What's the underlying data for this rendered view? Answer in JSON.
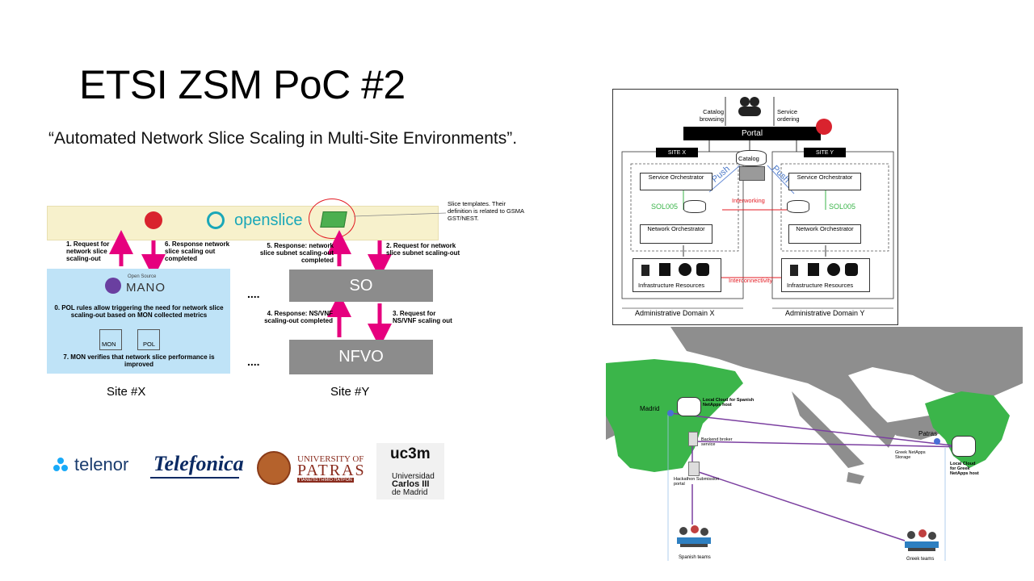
{
  "slide": {
    "title": "ETSI ZSM PoC #2",
    "subtitle": "“Automated Network Slice Scaling in Multi-Site Environments”."
  },
  "left_diagram": {
    "openslice_label": "openslice",
    "slice_templates_note": "Slice templates. Their definition is related to GSMA GST/NEST.",
    "step1": "1. Request for network slice scaling-out",
    "step6": "6. Response network slice scaling out completed",
    "step5": "5. Response: network slice subnet scaling-out completed",
    "step2": "2. Request for network slice subnet scaling-out",
    "step4": "4. Response: NS/VNF scaling-out completed",
    "step3": "3. Request for NS/VNF scaling out",
    "mano_open_source": "Open Source",
    "mano_label": "MANO",
    "step0": "0. POL rules allow triggering the need for network slice scaling-out based on MON collected metrics",
    "mon_label": "MON",
    "pol_label": "POL",
    "step7": "7. MON verifies that network slice performance is improved",
    "dots1": "....",
    "dots2": "....",
    "so_label": "SO",
    "nfvo_label": "NFVO",
    "site_x": "Site #X",
    "site_y": "Site #Y"
  },
  "logos": {
    "telenor": "telenor",
    "telefonica": "Telefonica",
    "patras_line1": "UNIVERSITY OF",
    "patras_line2": "PATRAS",
    "patras_line3": "ΠΑΝΕΠΙΣΤΗΜΙΟ ΠΑΤΡΩΝ",
    "uc3m_short": "uc3m",
    "uc3m_line1": "Universidad",
    "uc3m_line2": "Carlos III",
    "uc3m_line3": "de Madrid"
  },
  "right_diagram": {
    "catalog_browsing": "Catalog browsing",
    "service_ordering": "Service ordering",
    "portal": "Portal",
    "site_x": "SITE X",
    "site_y": "SITE Y",
    "catalog": "Catalog",
    "push_left": "Push",
    "push_right": "Push",
    "service_orchestrator": "Service Orchestrator",
    "sol005": "SOL005",
    "interworking": "Interworking",
    "network_orchestrator": "Network Orchestrator",
    "infrastructure_resources": "Infrastructure Resources",
    "interconnectivity": "Interconnectivity",
    "admin_domain_x": "Administrative Domain X",
    "admin_domain_y": "Administrative Domain Y"
  },
  "map": {
    "madrid": "Madrid",
    "patras": "Patras",
    "local_cloud_spain": "Local Cloud for Spanish NetApps host",
    "backend_broker": "Backend broker service",
    "hackathon_portal": "Hackathon Submission portal",
    "greek_storage": "Greek NetApps Storage",
    "local_cloud_greek": "Local Cloud for Greek NetApps host",
    "spanish_teams": "Spanish teams",
    "greek_teams": "Greek teams"
  },
  "colors": {
    "pink_arrow": "#e6007e",
    "openslice_band": "#f7f1cc",
    "mano_box": "#bfe3f7",
    "so_box": "#8c8c8c",
    "land_green": "#3bb54a",
    "land_gray": "#8e8e8e",
    "interwork_red": "#e31b23"
  }
}
